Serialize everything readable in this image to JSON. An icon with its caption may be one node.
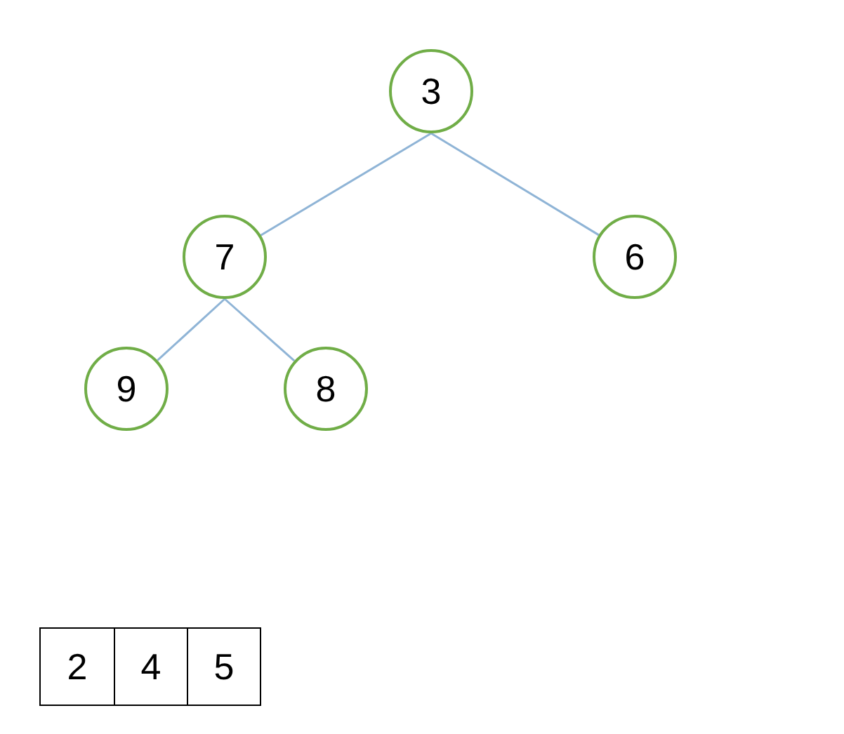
{
  "diagram": {
    "nodes": [
      {
        "text": [
          "3"
        ]
      },
      {
        "text": [
          "7"
        ]
      },
      {
        "text": [
          "6"
        ]
      },
      {
        "text": [
          "9"
        ]
      },
      {
        "text": [
          "8"
        ]
      },
      {
        "text": [
          "2"
        ]
      },
      {
        "text": [
          "4"
        ]
      },
      {
        "text": [
          "5"
        ]
      }
    ],
    "edges": [
      {
        "from": 0,
        "to": 1,
        "arrow": "none"
      },
      {
        "from": 0,
        "to": 2,
        "arrow": "none"
      },
      {
        "from": 1,
        "to": 3,
        "arrow": "none"
      },
      {
        "from": 1,
        "to": 4,
        "arrow": "none"
      }
    ]
  }
}
